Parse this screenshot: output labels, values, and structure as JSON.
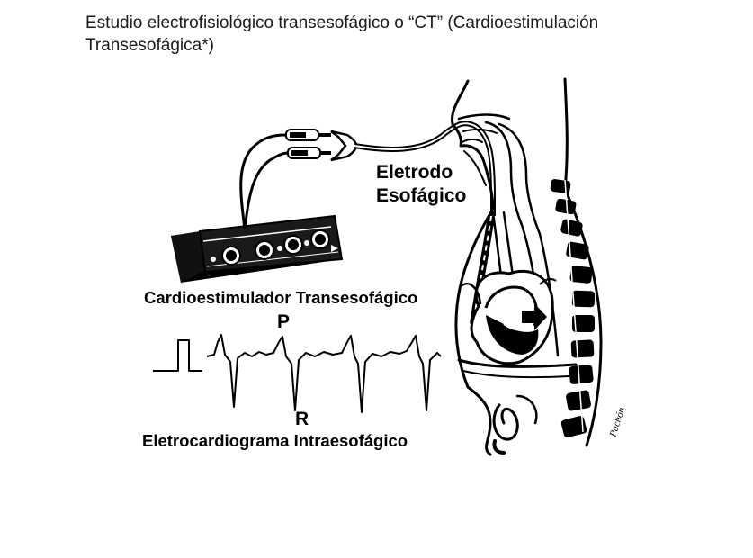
{
  "title": "Estudio electrofisiológico transesofágico o “CT” (Cardioestimulación Transesofágica*)",
  "labels": {
    "electrode_line1": "Eletrodo",
    "electrode_line2": "Esofágico",
    "stimulator": "Cardioestimulador Transesofágico",
    "ecg": "Eletrocardiograma Intraesofágico",
    "p_wave": "P",
    "r_wave": "R"
  },
  "signature": "Pachón",
  "colors": {
    "ink": "#000000",
    "background": "#ffffff"
  }
}
